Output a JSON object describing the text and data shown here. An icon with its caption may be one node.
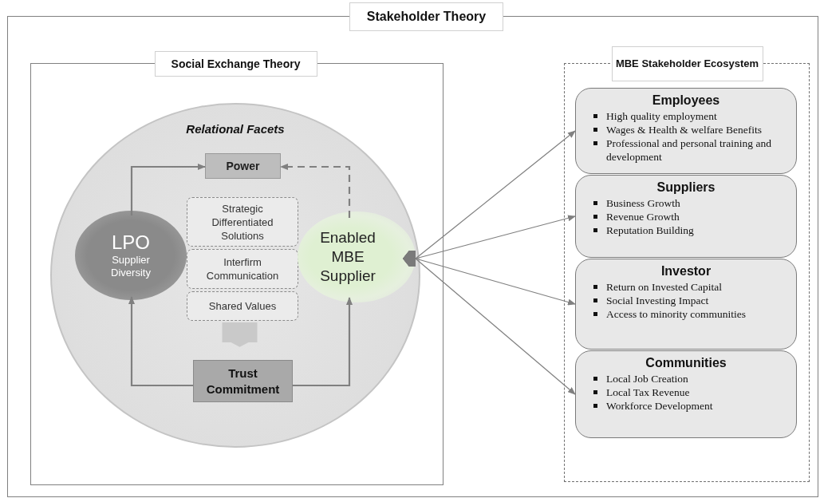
{
  "diagram": {
    "nodes": [
      {
        "text": [
          "Stakeholder Theory"
        ]
      },
      {
        "text": [
          "Social Exchange Theory"
        ],
        "in": 0
      },
      {
        "text": [
          "Relational Facets"
        ],
        "in": 1
      },
      {
        "text": [
          "Power"
        ],
        "in": 2
      },
      {
        "text": [
          "LPO",
          "Supplier Diversity"
        ],
        "in": 2
      },
      {
        "text": [
          "Strategic Differentiated Solutions"
        ],
        "in": 2
      },
      {
        "text": [
          "Interfirm Communication"
        ],
        "in": 2
      },
      {
        "text": [
          "Shared Values"
        ],
        "in": 2
      },
      {
        "text": [
          "Trust Commitment"
        ],
        "in": 2
      },
      {
        "text": [
          "Enabled MBE Supplier"
        ],
        "in": 2
      },
      {
        "text": [
          "MBE Stakeholder Ecosystem"
        ],
        "in": 0
      },
      {
        "text": [
          "Employees",
          "High quality employment",
          "Wages & Health & welfare Benefits",
          "Professional and personal training and development"
        ],
        "in": 10
      },
      {
        "text": [
          "Suppliers",
          "Business Growth",
          "Revenue Growth",
          "Reputation Building"
        ],
        "in": 10
      },
      {
        "text": [
          "Investor",
          "Return on Invested Capital",
          "Social Investing Impact",
          "Access to minority communities"
        ],
        "in": 10
      },
      {
        "text": [
          "Communities",
          "Local Job Creation",
          "Local Tax Revenue",
          "Workforce Development"
        ],
        "in": 10
      }
    ],
    "edges": [
      {
        "from": 4,
        "to": 3,
        "arrow": "to"
      },
      {
        "from": 9,
        "to": 3,
        "arrow": "to",
        "style": "dashed"
      },
      {
        "from": 8,
        "to": 4,
        "arrow": "to"
      },
      {
        "from": 8,
        "to": 9,
        "arrow": "to"
      },
      {
        "from": 7,
        "to": 8,
        "arrow": "to",
        "style": "thick",
        "color": "#c9c9c9"
      },
      {
        "from": 9,
        "to": 11,
        "arrow": "both"
      },
      {
        "from": 9,
        "to": 12,
        "arrow": "both"
      },
      {
        "from": 9,
        "to": 13,
        "arrow": "both"
      },
      {
        "from": 9,
        "to": 14,
        "arrow": "both"
      }
    ]
  }
}
